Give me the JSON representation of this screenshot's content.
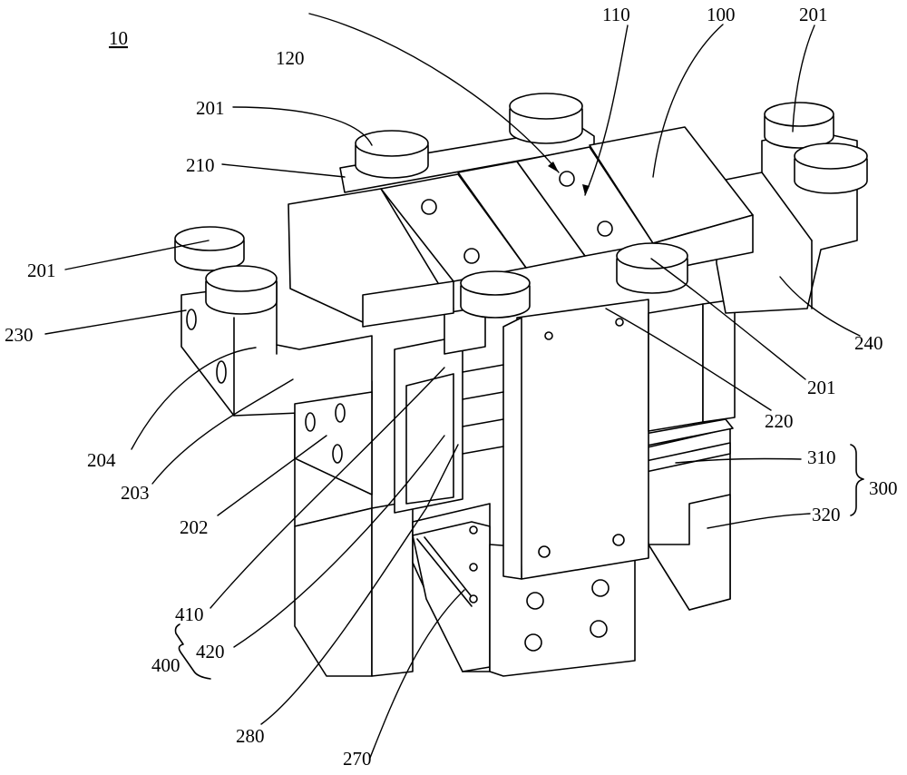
{
  "figure": {
    "title": "10",
    "labels": {
      "l100": "100",
      "l110": "110",
      "l120": "120",
      "l201a": "201",
      "l201b": "201",
      "l201c": "201",
      "l201d": "201",
      "l202": "202",
      "l203": "203",
      "l204": "204",
      "l210": "210",
      "l220": "220",
      "l230": "230",
      "l240": "240",
      "l270": "270",
      "l280": "280",
      "l300": "300",
      "l310": "310",
      "l320": "320",
      "l400": "400",
      "l410": "410",
      "l420": "420"
    }
  }
}
